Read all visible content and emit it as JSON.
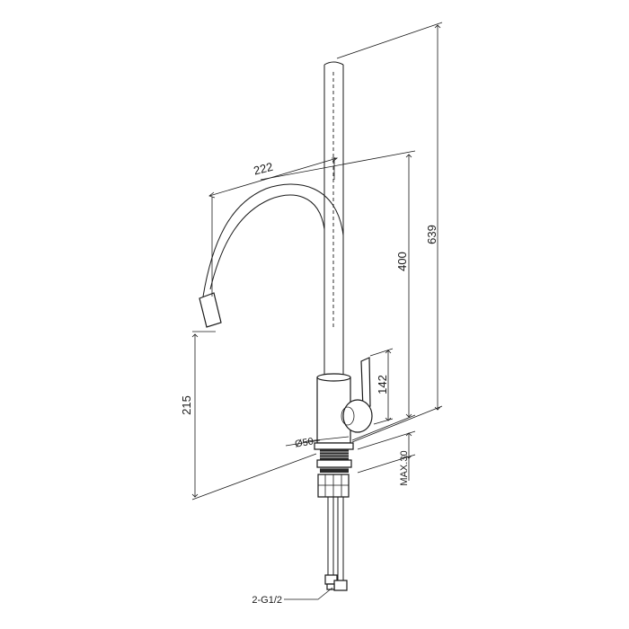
{
  "drawing": {
    "dimensions": {
      "spout_reach": "222",
      "total_height": "639",
      "spout_height": "400",
      "handle_height": "142",
      "outlet_height": "215",
      "base_diameter": "Ø50",
      "max_counter": "MAX.30",
      "connection": "2-G1/2"
    }
  }
}
